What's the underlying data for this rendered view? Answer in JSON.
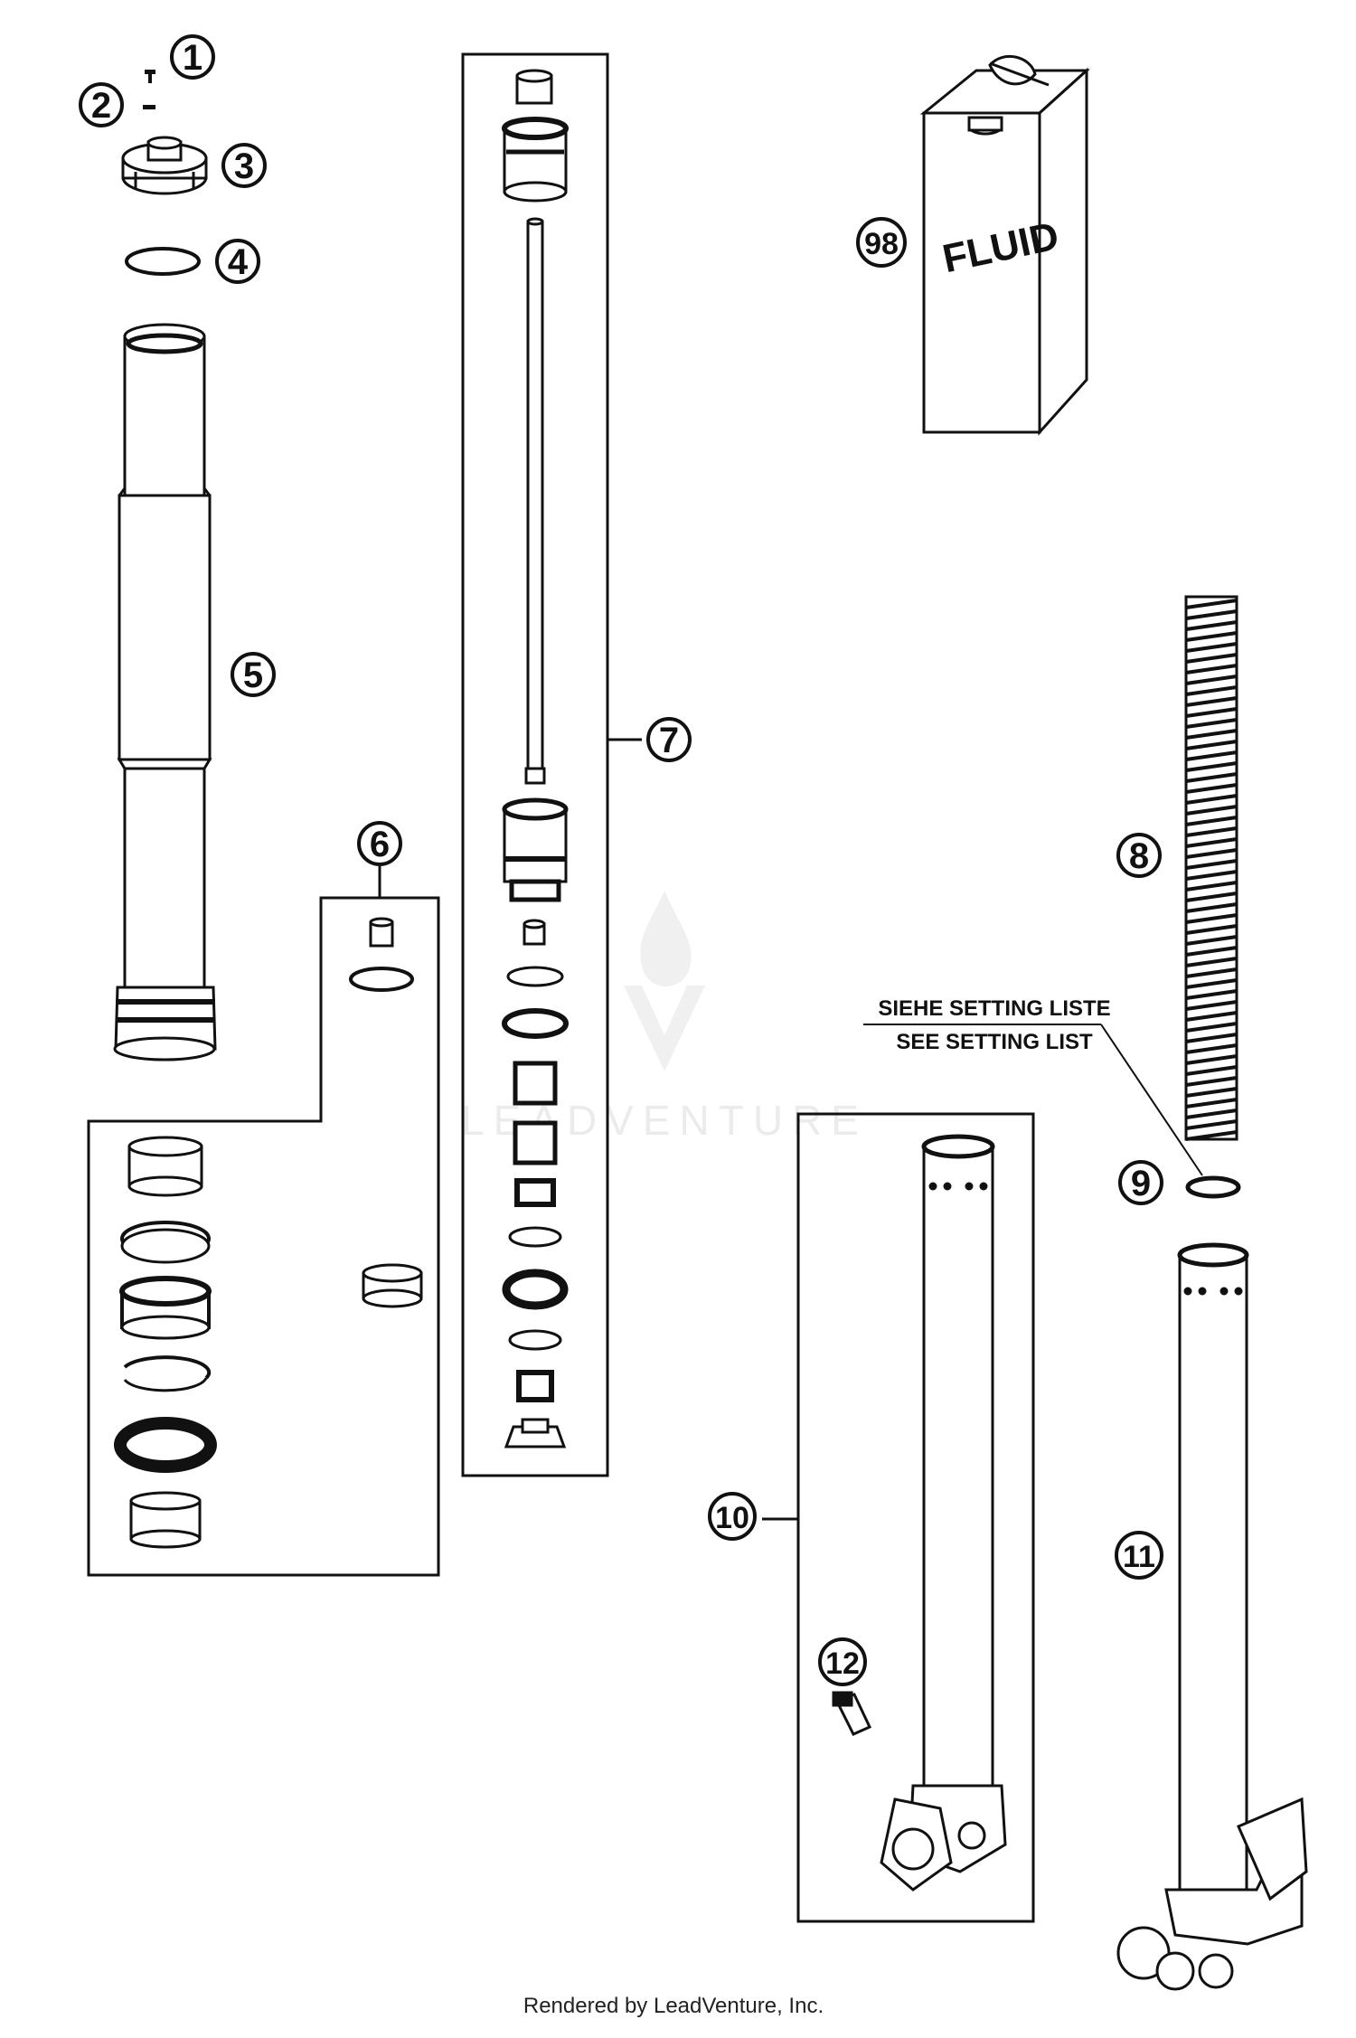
{
  "callouts": {
    "c1": "1",
    "c2": "2",
    "c3": "3",
    "c4": "4",
    "c5": "5",
    "c6": "6",
    "c7": "7",
    "c8": "8",
    "c9": "9",
    "c10": "10",
    "c11": "11",
    "c12": "12",
    "c98": "98"
  },
  "setting_note": {
    "line1": "SIEHE SETTING LISTE",
    "line2": "SEE SETTING LIST"
  },
  "fluid_label": "FLUID",
  "watermark": "LEADVENTURE",
  "footer": "Rendered by LeadVenture, Inc."
}
